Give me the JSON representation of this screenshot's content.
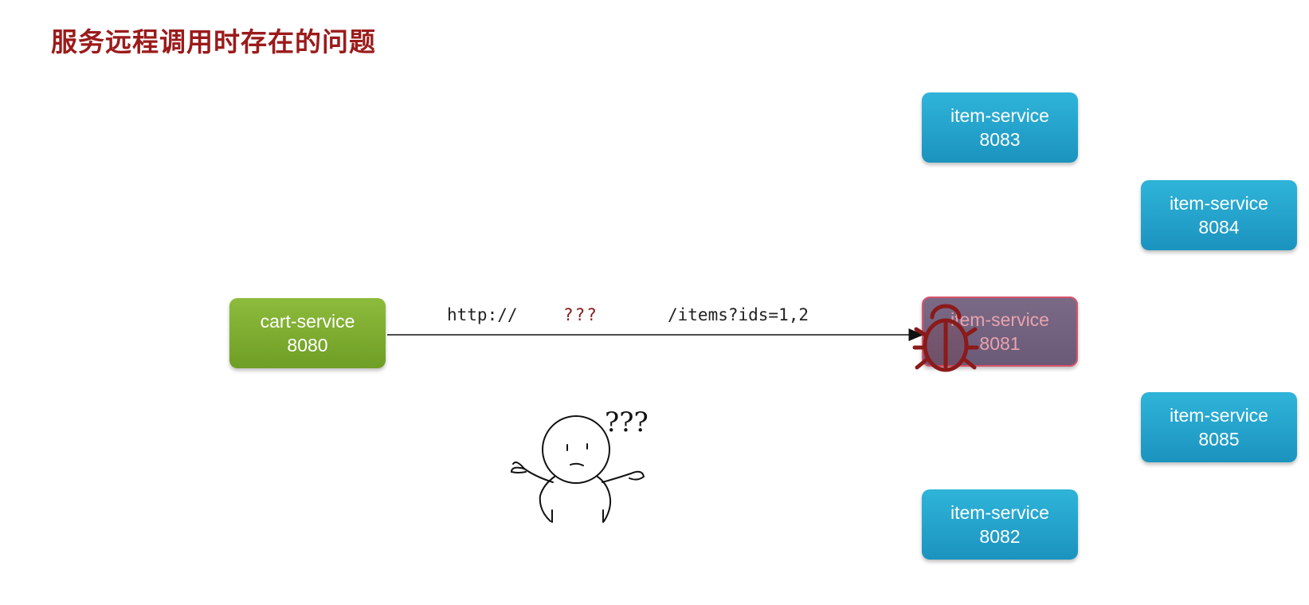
{
  "title": "服务远程调用时存在的问题",
  "caller": {
    "name": "cart-service",
    "port": "8080"
  },
  "request": {
    "scheme": "http://",
    "host": "???",
    "path": "/items?ids=1,2"
  },
  "instances": [
    {
      "name": "item-service",
      "port": "8083",
      "status": "up"
    },
    {
      "name": "item-service",
      "port": "8084",
      "status": "up"
    },
    {
      "name": "item-service",
      "port": "8081",
      "status": "down"
    },
    {
      "name": "item-service",
      "port": "8085",
      "status": "up"
    },
    {
      "name": "item-service",
      "port": "8082",
      "status": "up"
    }
  ],
  "thinker": {
    "text": "???"
  },
  "colors": {
    "title": "#9b1b1b",
    "caller": "#7aaa2e",
    "instance": "#24a3cc",
    "down_instance": "#705f80",
    "bug": "#8b1a1a"
  },
  "icons": [
    "bug-icon",
    "confused-person-icon"
  ]
}
